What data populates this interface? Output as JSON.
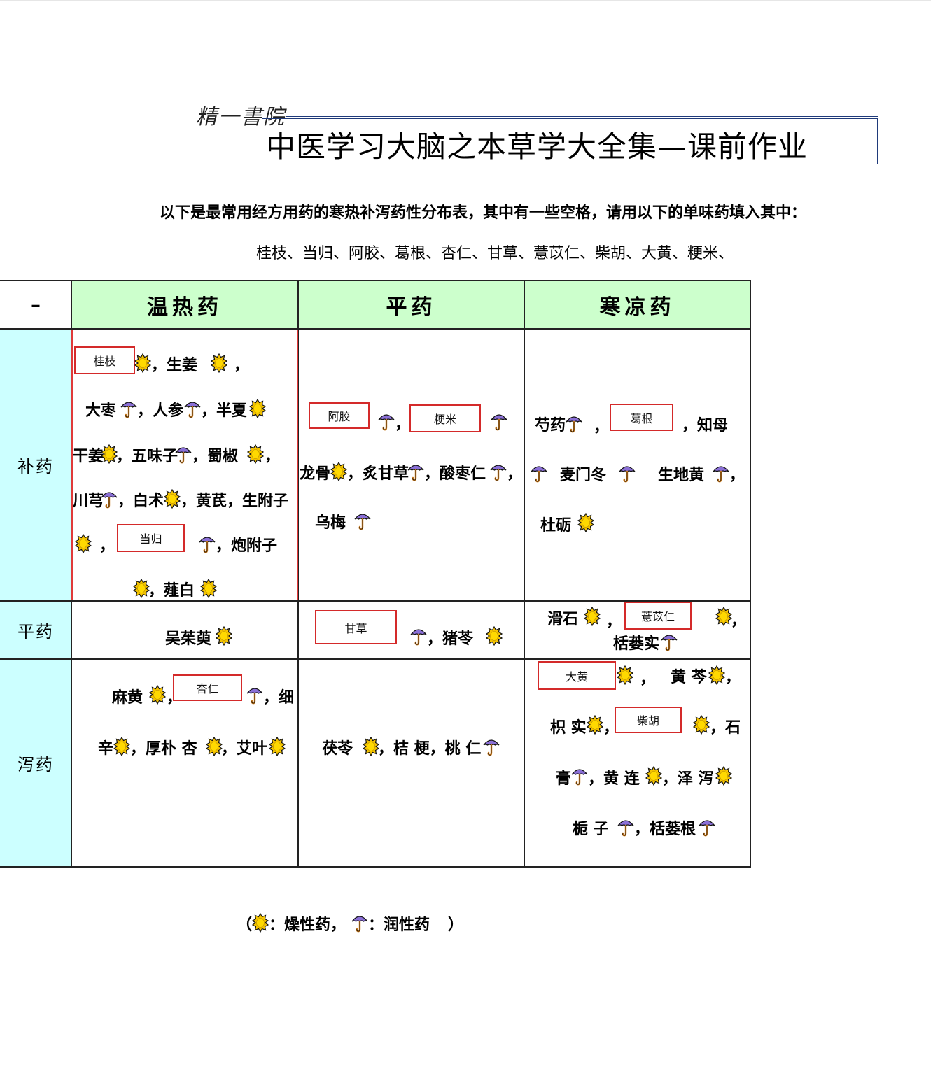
{
  "logo_text": "精一書院",
  "title": "中医学习大脑之本草学大全集—课前作业",
  "intro": "以下是最常用经方用药的寒热补泻药性分布表，其中有一些空格，请用以下的单味药填入其中：",
  "herb_list": "桂枝、当归、阿胶、葛根、杏仁、甘草、薏苡仁、柴胡、大黄、粳米、",
  "table": {
    "corner": "–",
    "columns": [
      "温热药",
      "平药",
      "寒凉药"
    ],
    "rows": [
      "补药",
      "平药",
      "泻药"
    ]
  },
  "cells": {
    "bu_wen": {
      "t1": "，生姜",
      "t2": "，",
      "t3": "大枣",
      "t4": "，人参",
      "t5": "，半夏",
      "t6": "干姜",
      "t7": "，五味子",
      "t8": "，蜀椒",
      "t9": "，",
      "t10": "川芎",
      "t11": "，白术",
      "t12": "，黄芪，生附子",
      "t13": "，",
      "t14": "，炮附子",
      "t15": "，薤白",
      "fill1": "桂枝",
      "fill2": "当归"
    },
    "bu_ping": {
      "t1": "，",
      "t2": "龙骨",
      "t3": "，炙甘草",
      "t4": "，酸枣仁",
      "t5": "，",
      "t6": "乌梅",
      "fill1": "阿胶",
      "fill2": "粳米"
    },
    "bu_han": {
      "t1": "芍药",
      "t2": "，",
      "t3": "，知母",
      "t4": "麦门冬",
      "t5": "生地黄",
      "t6": "，",
      "t7": "杜砺",
      "fill1": "葛根"
    },
    "ping_wen": {
      "t1": "吴茱萸"
    },
    "ping_ping": {
      "t1": "，猪苓",
      "fill1": "甘草"
    },
    "ping_han": {
      "t1": "滑石",
      "t2": "，",
      "t3": "，",
      "t4": "栝蒌实",
      "fill1": "薏苡仁"
    },
    "xie_wen": {
      "t1": "麻黄",
      "t2": "，",
      "t3": "，细",
      "t4": "辛",
      "t5": "，厚朴 杏",
      "t6": "，艾叶",
      "fill1": "杏仁"
    },
    "xie_ping": {
      "t1": "茯苓",
      "t2": "，桔 梗，桃 仁"
    },
    "xie_han": {
      "t1": "，",
      "t2": "黄 芩",
      "t3": "，",
      "t4": "枳 实",
      "t5": "，",
      "t6": "，石",
      "t7": "膏",
      "t8": "，黄 连",
      "t9": "，泽 泻",
      "t10": "栀 子",
      "t11": "，栝蒌根",
      "fill1": "大黄",
      "fill2": "柴胡"
    }
  },
  "legend": {
    "open": "（",
    "dry": "：燥性药，",
    "moist": "：润性药",
    "close": "）"
  },
  "colors": {
    "header_bg": "#ccffcc",
    "row_header_bg": "#ccffff",
    "fill_border": "#d42a2a",
    "dry_icon": "#f5c400",
    "moist_icon": "#8a6fd6"
  }
}
